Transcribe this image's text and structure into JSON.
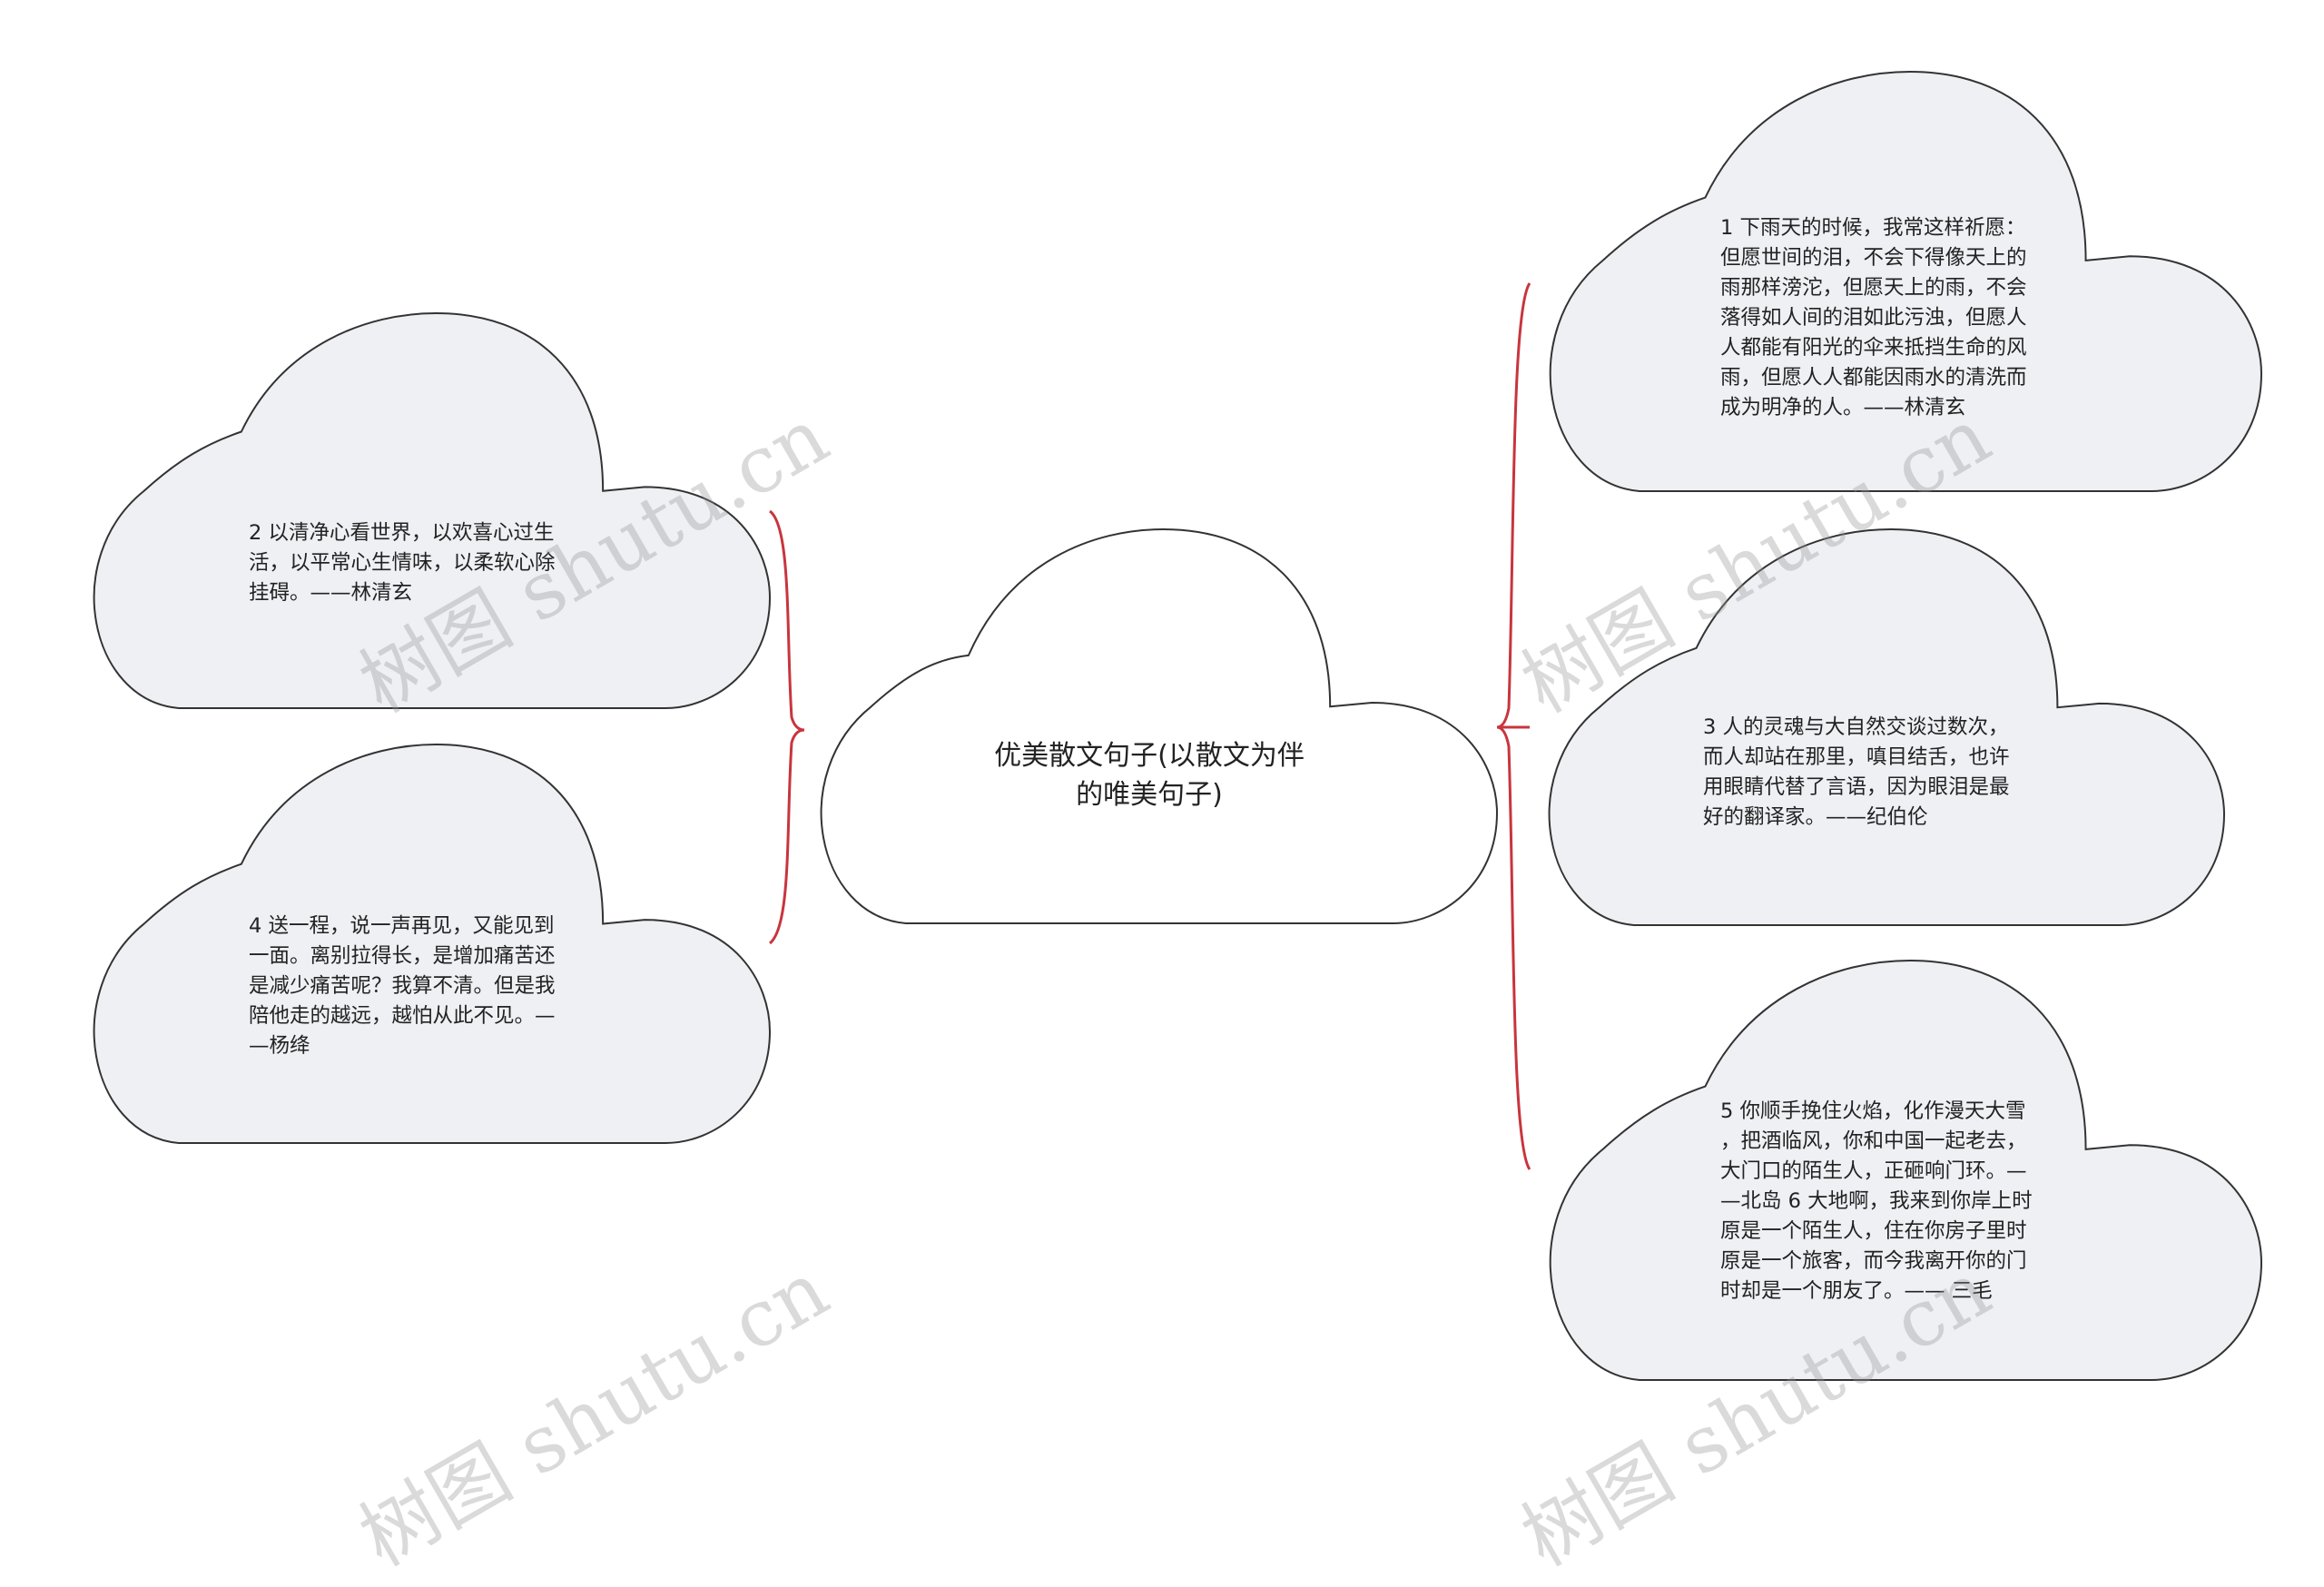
{
  "center": {
    "text": "优美散文句子(以散文为伴\n的唯美句子)"
  },
  "left_nodes": [
    {
      "text": "2 以清净心看世界，以欢喜心过生\n活，以平常心生情味，以柔软心除\n挂碍。——林清玄"
    },
    {
      "text": "4 送一程，说一声再见，又能见到\n一面。离别拉得长，是增加痛苦还\n是减少痛苦呢？我算不清。但是我\n陪他走的越远，越怕从此不见。—\n—杨绛"
    }
  ],
  "right_nodes": [
    {
      "text": "1 下雨天的时候，我常这样祈愿：\n但愿世间的泪，不会下得像天上的\n雨那样滂沱，但愿天上的雨，不会\n落得如人间的泪如此污浊，但愿人\n人都能有阳光的伞来抵挡生命的风\n雨，但愿人人都能因雨水的清洗而\n成为明净的人。——林清玄"
    },
    {
      "text": "3 人的灵魂与大自然交谈过数次，\n而人却站在那里，嗔目结舌，也许\n用眼睛代替了言语，因为眼泪是最\n好的翻译家。——纪伯伦"
    },
    {
      "text": "5 你顺手挽住火焰，化作漫天大雪\n，把酒临风，你和中国一起老去，\n大门口的陌生人，正砸响门环。—\n—北岛 6 大地啊，我来到你岸上时\n原是一个陌生人，住在你房子里时\n原是一个旅客，而今我离开你的门\n时却是一个朋友了。—— 三毛"
    }
  ],
  "watermark": "树图 shutu.cn",
  "colors": {
    "connector": "#c8353d",
    "node_fill": "#eef0f4",
    "center_fill": "#ffffff",
    "outline": "#333333"
  }
}
